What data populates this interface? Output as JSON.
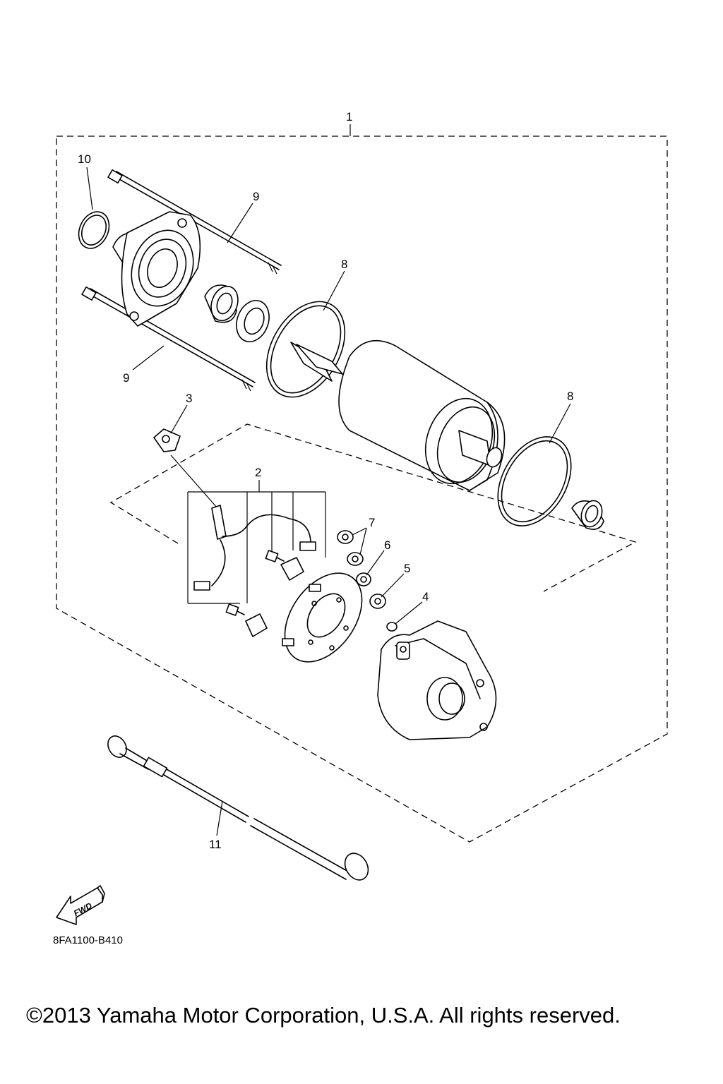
{
  "diagram": {
    "drawing_code": "8FA1100-B410",
    "copyright": "©2013 Yamaha Motor Corporation, U.S.A. All rights reserved.",
    "direction_badge": "FWD",
    "callouts": {
      "c1": "1",
      "c2": "2",
      "c3": "3",
      "c4": "4",
      "c5": "5",
      "c6": "6",
      "c7": "7",
      "c8a": "8",
      "c8b": "8",
      "c9a": "9",
      "c9b": "9",
      "c10": "10",
      "c11": "11"
    }
  }
}
